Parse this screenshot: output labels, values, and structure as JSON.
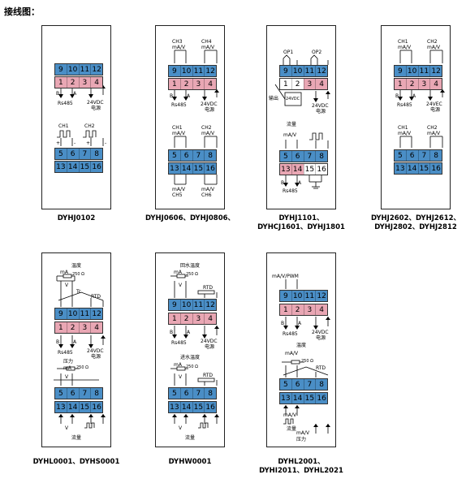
{
  "page": {
    "title": "接线图："
  },
  "panels": [
    {
      "id": "p1",
      "caption": [
        "DYHJ0102"
      ],
      "top_row": [
        "9",
        "10",
        "11",
        "12"
      ],
      "mid_row": [
        "1",
        "2",
        "3",
        "4"
      ],
      "labels": {
        "rs485": "Rs485",
        "b": "B",
        "a": "A",
        "power": "24VDC",
        "power2": "电源",
        "ch1": "CH1",
        "ch2": "CH2"
      },
      "bot_row1": [
        "5",
        "6",
        "7",
        "8"
      ],
      "bot_row2": [
        "13",
        "14",
        "15",
        "16"
      ],
      "signs": [
        "+",
        "-",
        "+",
        "-"
      ]
    },
    {
      "id": "p2",
      "caption": [
        "DYHJ0606、DYHJ0806、"
      ],
      "top_row": [
        "9",
        "10",
        "11",
        "12"
      ],
      "mid_row": [
        "1",
        "2",
        "3",
        "4"
      ],
      "labels": {
        "ch3": "CH3",
        "ch4": "CH4",
        "mav": "mA/V",
        "rs485": "Rs485",
        "b": "B",
        "a": "A",
        "power": "24VDC",
        "power2": "电源",
        "ch1": "CH1",
        "ch2": "CH2",
        "ch5": "CH5",
        "ch6": "CH6"
      },
      "bot_row1": [
        "5",
        "6",
        "7",
        "8"
      ],
      "bot_row2": [
        "13",
        "14",
        "15",
        "16"
      ]
    },
    {
      "id": "p3",
      "caption": [
        "DYHJ1101、",
        "DYHCJ1601、DYHJ1801"
      ],
      "top_row": [
        "9",
        "10",
        "11",
        "12"
      ],
      "mid_row": [
        "1",
        "2",
        "3",
        "4"
      ],
      "labels": {
        "op1": "OP1",
        "op2": "OP2",
        "power": "24VDC",
        "power2": "电源",
        "out": "输出",
        "dc": "24VDC",
        "flow": "流量",
        "mav": "mA/V",
        "rs485": "Rs485",
        "b": "B",
        "a": "A"
      },
      "bot_row1": [
        "5",
        "6",
        "7",
        "8"
      ],
      "bot_row2": [
        "13",
        "14",
        "15",
        "16"
      ]
    },
    {
      "id": "p4",
      "caption": [
        "DYHJ2602、DYHJ2612、",
        "DYHJ2802、DYHJ2812"
      ],
      "top_row": [
        "9",
        "10",
        "11",
        "12"
      ],
      "mid_row": [
        "1",
        "2",
        "3",
        "4"
      ],
      "labels": {
        "ch1": "CH1",
        "ch2": "CH2",
        "mav": "mA/V",
        "rs485": "Rs485",
        "b": "B",
        "a": "A",
        "power": "24VEC",
        "power2": "电源"
      },
      "bot_row1": [
        "5",
        "6",
        "7",
        "8"
      ],
      "bot_row2": [
        "13",
        "14",
        "15",
        "16"
      ]
    },
    {
      "id": "p5",
      "caption": [
        "DYHL0001、DYHS0001"
      ],
      "top_row": [
        "9",
        "10",
        "11",
        "12"
      ],
      "mid_row": [
        "1",
        "2",
        "3",
        "4"
      ],
      "labels": {
        "temp": "温度",
        "ma": "mA",
        "ohm": "250 Ω",
        "v": "V",
        "tc": "Tc",
        "rtd": "RTD",
        "rs485": "Rs485",
        "b": "B",
        "a": "A",
        "power": "24VDC",
        "power2": "电源",
        "pressure": "压力",
        "flow": "流量"
      },
      "bot_row1": [
        "5",
        "6",
        "7",
        "8"
      ],
      "bot_row2": [
        "13",
        "14",
        "15",
        "16"
      ]
    },
    {
      "id": "p6",
      "caption": [
        "DYHW0001"
      ],
      "top_row": [
        "9",
        "10",
        "11",
        "12"
      ],
      "mid_row": [
        "1",
        "2",
        "3",
        "4"
      ],
      "labels": {
        "return_temp": "回水温度",
        "ma": "mA",
        "ohm": "250 Ω",
        "v": "V",
        "rtd": "RTD",
        "rs485": "Rs485",
        "b": "B",
        "a": "A",
        "power": "24VDC",
        "power2": "电源",
        "supply_temp": "进水温度",
        "flow": "流量"
      },
      "bot_row1": [
        "5",
        "6",
        "7",
        "8"
      ],
      "bot_row2": [
        "13",
        "14",
        "15",
        "16"
      ]
    },
    {
      "id": "p7",
      "caption": [
        "DYHL2001、",
        "DYHI2011、DYHL2021"
      ],
      "top_row": [
        "9",
        "10",
        "11",
        "12"
      ],
      "mid_row": [
        "1",
        "2",
        "3",
        "4"
      ],
      "labels": {
        "mavpwm": "mA/V/PWM",
        "rs485": "Rs485",
        "b": "B",
        "a": "A",
        "power": "24VDC",
        "power2": "电源",
        "temp": "温度",
        "mav": "mA/V",
        "ohm": "250 Ω",
        "rtd": "RTD",
        "flow": "流量",
        "pressure": "压力"
      },
      "bot_row1": [
        "5",
        "6",
        "7",
        "8"
      ],
      "bot_row2": [
        "13",
        "14",
        "15",
        "16"
      ]
    }
  ]
}
